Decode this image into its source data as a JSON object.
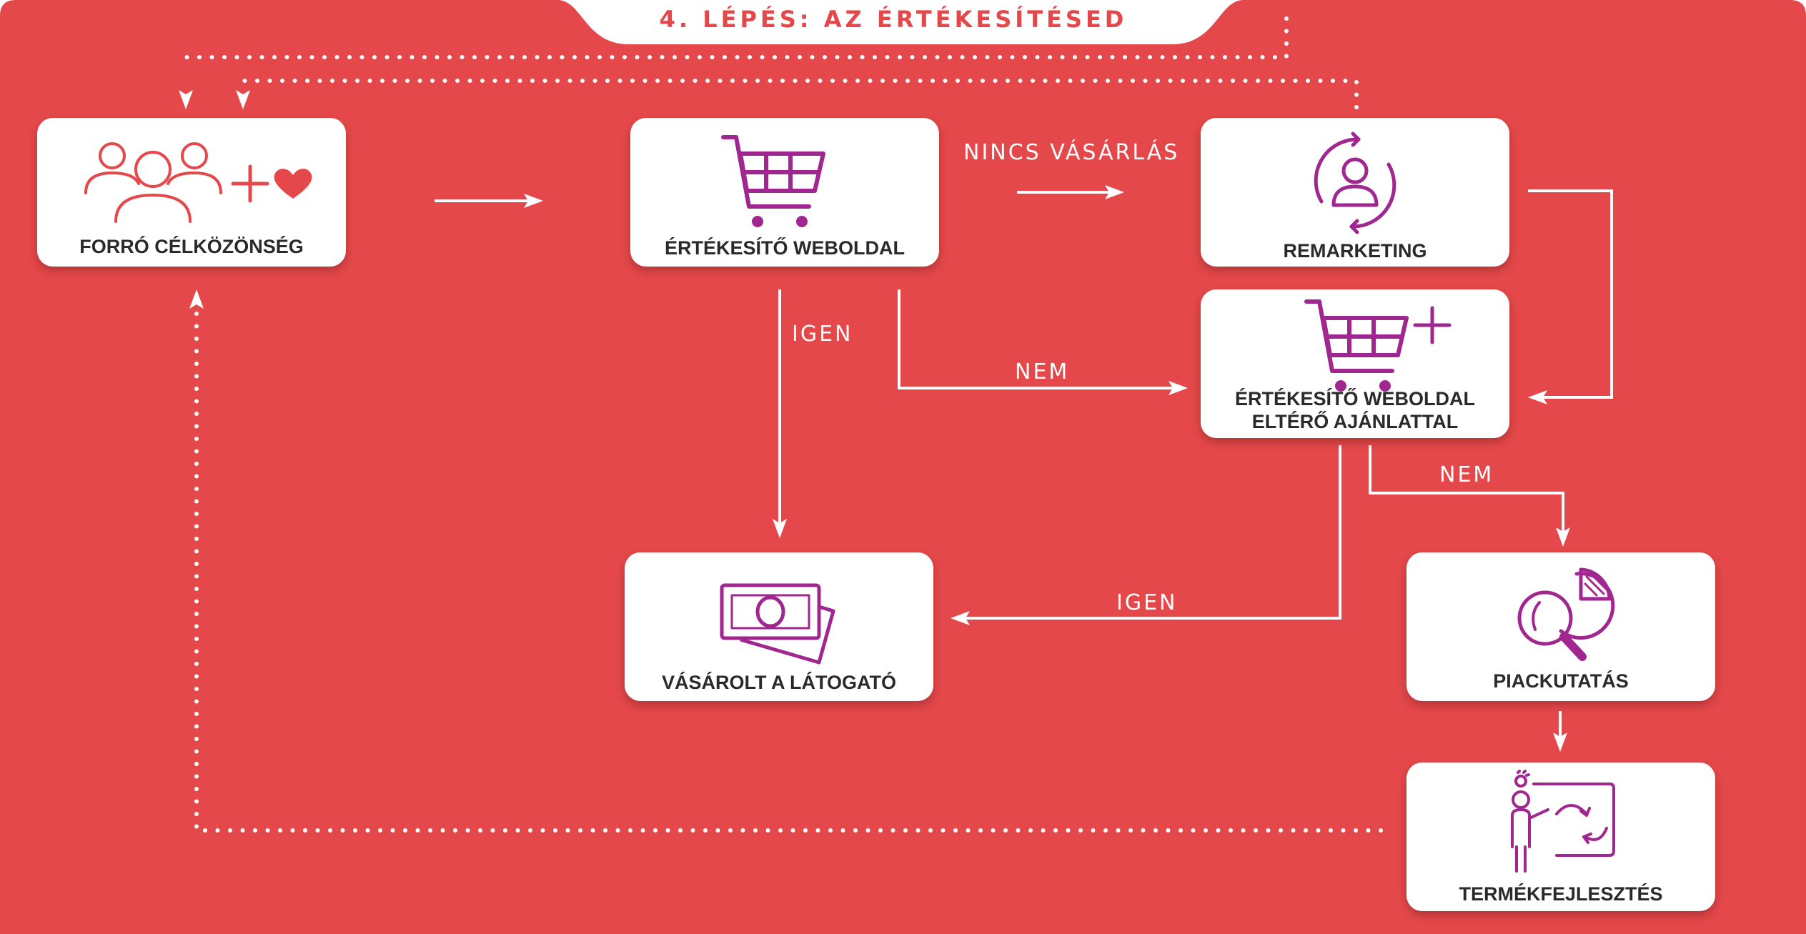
{
  "title": "4. LÉPÉS: AZ ÉRTÉKESÍTÉSED",
  "colors": {
    "background": "#e4484a",
    "box": "#ffffff",
    "icon_primary": "#a0278f",
    "icon_audience": "#e4484a",
    "text": "#2a2a2a"
  },
  "nodes": {
    "hot_audience": {
      "label": "FORRÓ CÉLKÖZÖNSÉG",
      "icon": "people-heart-icon"
    },
    "sales_page": {
      "label": "ÉRTÉKESÍTŐ WEBOLDAL",
      "icon": "shopping-cart-icon"
    },
    "remarketing": {
      "label": "REMARKETING",
      "icon": "remarketing-user-cycle-icon"
    },
    "alt_offer": {
      "line1": "ÉRTÉKESÍTŐ WEBOLDAL",
      "line2": "ELTÉRŐ AJÁNLATTAL",
      "icon": "shopping-cart-plus-icon"
    },
    "purchased": {
      "label": "VÁSÁROLT A LÁTOGATÓ",
      "icon": "money-bills-icon"
    },
    "market_research": {
      "label": "PIACKUTATÁS",
      "icon": "magnifier-pie-chart-icon"
    },
    "product_dev": {
      "label": "TERMÉKFEJLESZTÉS",
      "icon": "presenter-board-icon"
    }
  },
  "edge_labels": {
    "no_purchase": "NINCS VÁSÁRLÁS",
    "yes_1": "IGEN",
    "no_1": "NEM",
    "no_2": "NEM",
    "yes_2": "IGEN"
  }
}
